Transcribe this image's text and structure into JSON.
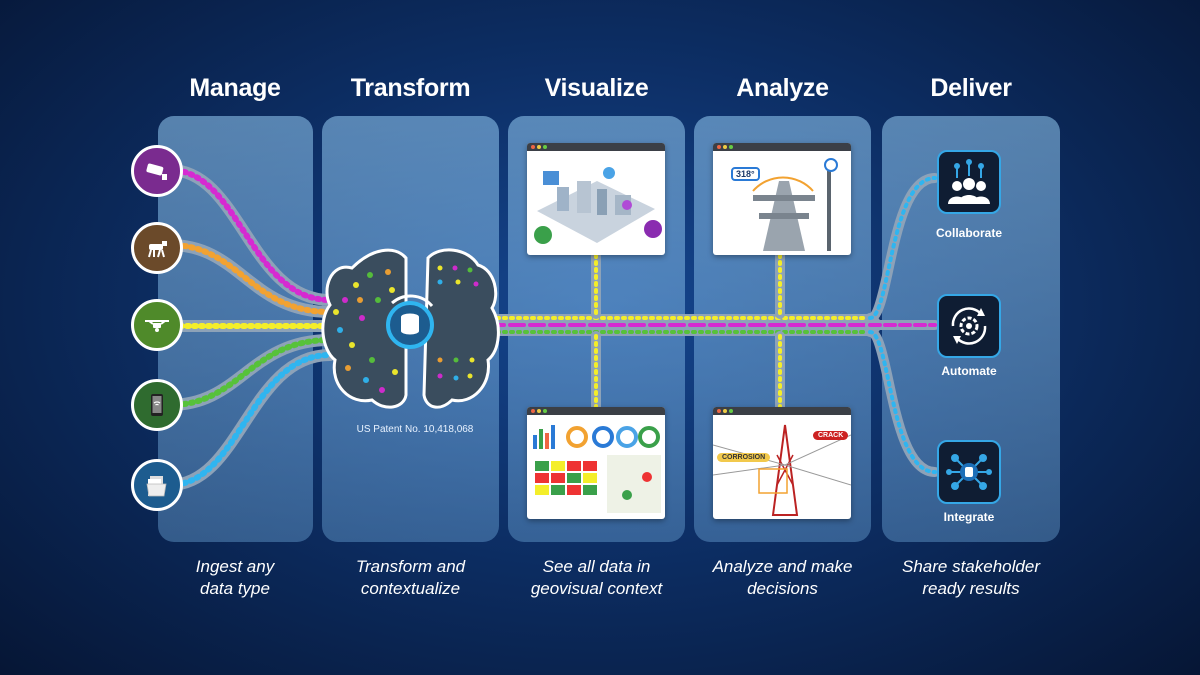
{
  "stages": [
    {
      "title": "Manage",
      "caption_line1": "Ingest any",
      "caption_line2": "data type"
    },
    {
      "title": "Transform",
      "caption_line1": "Transform and",
      "caption_line2": "contextualize"
    },
    {
      "title": "Visualize",
      "caption_line1": "See all data in",
      "caption_line2": "geovisual context"
    },
    {
      "title": "Analyze",
      "caption_line1": "Analyze and make",
      "caption_line2": "decisions"
    },
    {
      "title": "Deliver",
      "caption_line1": "Share stakeholder",
      "caption_line2": "ready results"
    }
  ],
  "patent": "US Patent No. 10,418,068",
  "sources": [
    {
      "icon": "security-camera-icon",
      "color": "#7a2b8f"
    },
    {
      "icon": "robot-dog-icon",
      "color": "#6b4a2a"
    },
    {
      "icon": "drone-icon",
      "color": "#4f8a2a"
    },
    {
      "icon": "smartphone-icon",
      "color": "#2f6b2f"
    },
    {
      "icon": "documents-icon",
      "color": "#1d5c8f"
    }
  ],
  "outputs": [
    {
      "label": "Collaborate",
      "icon": "people-network-icon"
    },
    {
      "label": "Automate",
      "icon": "gear-cycle-icon"
    },
    {
      "label": "Integrate",
      "icon": "database-hub-icon"
    }
  ],
  "analyze_callouts": {
    "angle": "318°",
    "tag1": "CRACK",
    "tag2": "CORROSION"
  },
  "colors": {
    "magenta": "#d62ad1",
    "orange": "#f2a231",
    "yellow": "#f4ee2a",
    "green": "#57c23a",
    "cyan": "#2fb5f0",
    "accent": "#35a7e6"
  }
}
